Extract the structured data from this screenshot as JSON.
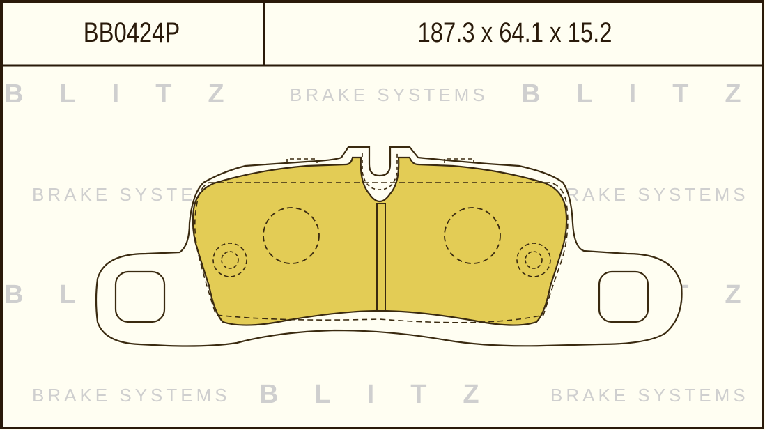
{
  "header": {
    "part_number": "BB0424P",
    "dimensions": "187.3 x 64.1 x 15.2"
  },
  "watermark": {
    "brand": "BLITZ",
    "tagline": "BRAKE SYSTEMS"
  },
  "colors": {
    "background": "#fffef2",
    "pad_fill": "#e3cc55",
    "outline": "#3a2a10",
    "watermark": "#cfcfcf"
  }
}
